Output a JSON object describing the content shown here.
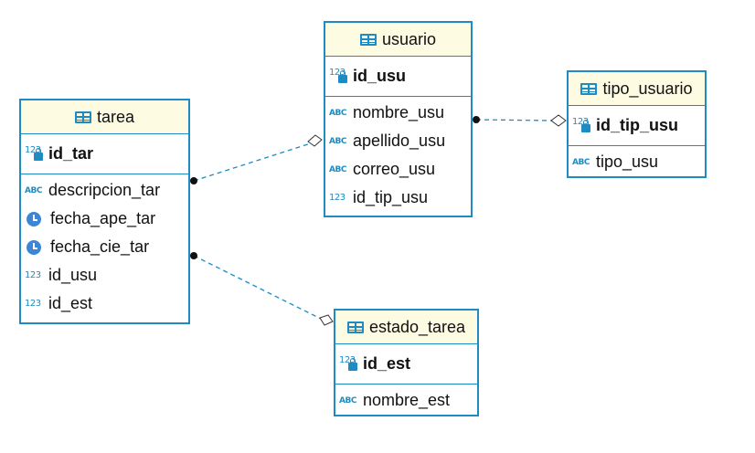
{
  "colors": {
    "border": "#1f8bc3",
    "header_bg": "#fdfbe2",
    "link": "#1f8bc3"
  },
  "entities": {
    "tarea": {
      "title": "tarea",
      "pk": [
        {
          "name": "id_tar",
          "icon": "key-number-icon"
        }
      ],
      "attrs": [
        {
          "name": "descripcion_tar",
          "icon": "text-type-icon"
        },
        {
          "name": "fecha_ape_tar",
          "icon": "clock-icon"
        },
        {
          "name": "fecha_cie_tar",
          "icon": "clock-icon"
        },
        {
          "name": "id_usu",
          "icon": "number-type-icon"
        },
        {
          "name": "id_est",
          "icon": "number-type-icon"
        }
      ]
    },
    "usuario": {
      "title": "usuario",
      "pk": [
        {
          "name": "id_usu",
          "icon": "key-number-icon"
        }
      ],
      "attrs": [
        {
          "name": "nombre_usu",
          "icon": "text-type-icon"
        },
        {
          "name": "apellido_usu",
          "icon": "text-type-icon"
        },
        {
          "name": "correo_usu",
          "icon": "text-type-icon"
        },
        {
          "name": "id_tip_usu",
          "icon": "number-type-icon"
        }
      ]
    },
    "tipo_usuario": {
      "title": "tipo_usuario",
      "pk": [
        {
          "name": "id_tip_usu",
          "icon": "key-number-icon"
        }
      ],
      "attrs": [
        {
          "name": "tipo_usu",
          "icon": "text-type-icon"
        }
      ]
    },
    "estado_tarea": {
      "title": "estado_tarea",
      "pk": [
        {
          "name": "id_est",
          "icon": "key-number-icon"
        }
      ],
      "attrs": [
        {
          "name": "nombre_est",
          "icon": "text-type-icon"
        }
      ]
    }
  },
  "icon_glyphs": {
    "number": "123",
    "text": "ABC"
  },
  "relations": [
    {
      "from": "tarea",
      "to": "usuario"
    },
    {
      "from": "tarea",
      "to": "estado_tarea"
    },
    {
      "from": "usuario",
      "to": "tipo_usuario"
    }
  ]
}
